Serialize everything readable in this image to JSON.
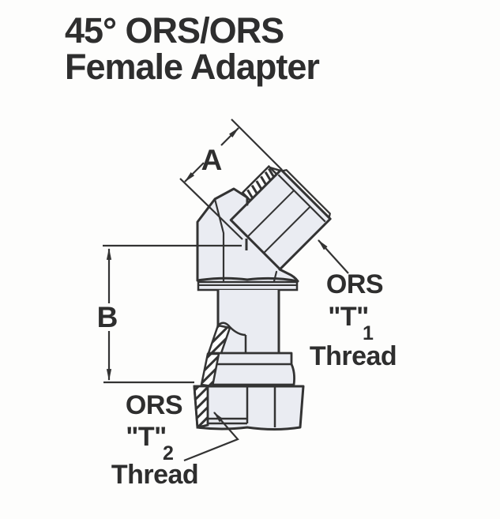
{
  "title": {
    "line1": "45° ORS/ORS",
    "line2": "Female Adapter"
  },
  "dimensions": {
    "a": "A",
    "b": "B"
  },
  "callouts": {
    "port1": {
      "name": "ORS",
      "thread_symbol": "\"T\"",
      "thread_subscript": "1",
      "thread_word": "Thread"
    },
    "port2": {
      "name": "ORS",
      "thread_symbol": "\"T\"",
      "thread_subscript": "2",
      "thread_word": "Thread"
    }
  },
  "colors": {
    "line": "#333333",
    "text": "#2e2e2e",
    "metal_fill": "#eaecf2",
    "background": "#fdfdfc"
  }
}
